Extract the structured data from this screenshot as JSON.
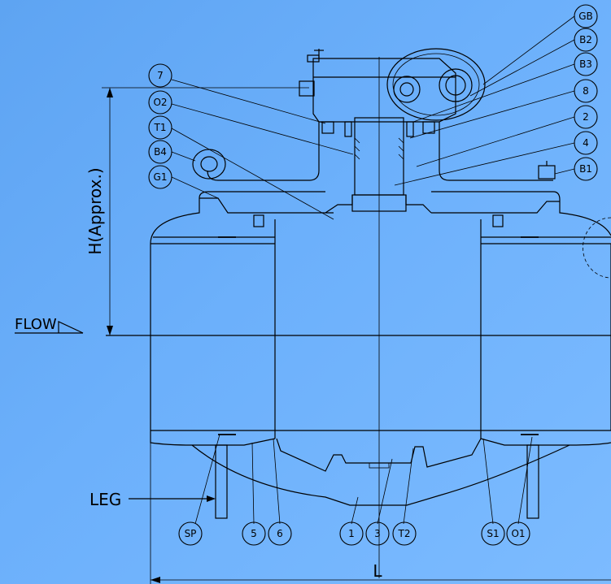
{
  "drawing": {
    "callouts_right": [
      "GB",
      "B2",
      "B3",
      "8",
      "2",
      "4",
      "B1"
    ],
    "callouts_left": [
      "7",
      "O2",
      "T1",
      "B4",
      "G1"
    ],
    "callouts_bottom": [
      "SP",
      "5",
      "6",
      "1",
      "3",
      "T2",
      "S1",
      "O1"
    ],
    "height_label": "H(Approx.)",
    "flow_label": "FLOW",
    "leg_label": "LEG",
    "length_label": "L"
  },
  "colors": {
    "background_start": "#5ea4f2",
    "background_end": "#7cbbff",
    "line": "#000000"
  }
}
